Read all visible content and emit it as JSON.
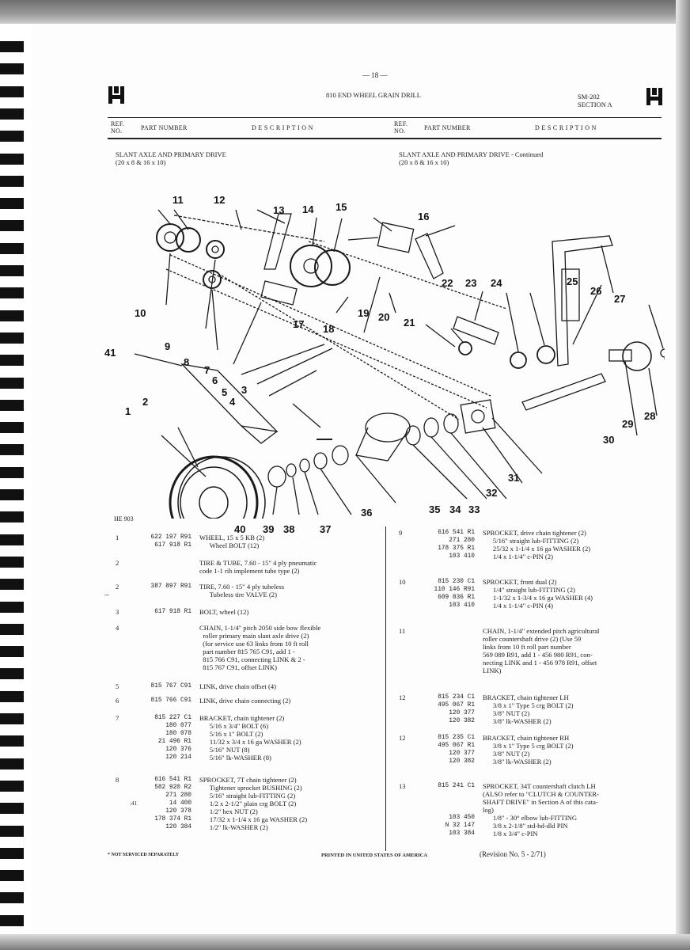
{
  "header": {
    "page_number": "— 18 —",
    "title": "810 END WHEEL GRAIN DRILL",
    "doc_code": "SM-202",
    "section": "SECTION A",
    "col_ref": "REF.",
    "col_no": "NO.",
    "col_part": "PART NUMBER",
    "col_desc": "D E S C R I P T I O N"
  },
  "left_heading": {
    "title": "SLANT AXLE AND PRIMARY DRIVE",
    "sub": "(20 x 8 & 16 x 10)"
  },
  "right_heading": {
    "title": "SLANT AXLE AND PRIMARY DRIVE - Continued",
    "sub": "(20 x 8 & 16 x 10)"
  },
  "figure": {
    "id": "HE 903",
    "callouts": [
      "1",
      "2",
      "3",
      "4",
      "5",
      "6",
      "7",
      "8",
      "9",
      "10",
      "11",
      "12",
      "13",
      "14",
      "15",
      "16",
      "17",
      "18",
      "19",
      "20",
      "21",
      "22",
      "23",
      "24",
      "25",
      "26",
      "27",
      "28",
      "29",
      "30",
      "31",
      "32",
      "33",
      "34",
      "35",
      "36",
      "37",
      "38",
      "39",
      "40",
      "41"
    ]
  },
  "left_entries": [
    {
      "no": "1",
      "parts": "622 197 R91\n617 918 R1",
      "desc": "WHEEL, 15 x 5 KB (2)\n      Wheel BOLT (12)"
    },
    {
      "no": "2",
      "parts": "",
      "desc": "TIRE & TUBE, 7.60 - 15\" 4 ply pneumatic\ncode 1-1 rib implement tube type (2)"
    },
    {
      "no": "2",
      "pre": "--",
      "parts": "387 897 R91",
      "desc": "TIRE, 7.60 - 15\" 4 ply tubeless\n      Tubeless tire VALVE (2)"
    },
    {
      "no": "3",
      "parts": "617 918 R1",
      "desc": "BOLT, wheel (12)"
    },
    {
      "no": "4",
      "parts": "",
      "desc": "CHAIN, 1-1/4\" pitch 2050 side bow flexible\n  roller primary main slant axle drive (2)\n  (for service use 63 links from 10 ft roll\n  part number 815 765 C91, add 1 -\n  815 766 C91, connecting LINK & 2 -\n  815 767 C91, offset LINK)"
    },
    {
      "no": "5",
      "parts": "815 767 C91",
      "desc": "LINK, drive chain offset (4)"
    },
    {
      "no": "6",
      "parts": "815 766 C91",
      "desc": "LINK, drive chain connecting (2)"
    },
    {
      "no": "7",
      "parts": "815 227 C1\n180 077\n180 078\n21 496 R1\n120 376\n120 214",
      "desc": "BRACKET, chain tightener (2)\n      5/16 x 3/4\" BOLT (6)\n      5/16 x 1\" BOLT (2)\n      11/32 x 3/4 x 16 ga WASHER (2)\n      5/16\" NUT (8)\n      5/16\" lk-WASHER (8)"
    },
    {
      "no": "8",
      "parts": "616 541 R1\n582 920 R2\n271 280\n14 400\n120 378\n178 374 R1\n120 384",
      "pre8": ":41",
      "desc": "SPROCKET, 7T chain tightener (2)\n      Tightener sprocket BUSHING (2)\n      5/16\" straight lub-FITTING (2)\n      1/2 x 2-1/2\" plain crg BOLT (2)\n      1/2\" hex NUT (2)\n      17/32 x 1-1/4 x 16 ga WASHER (2)\n      1/2\" lk-WASHER (2)"
    }
  ],
  "right_entries": [
    {
      "no": "9",
      "parts": "616 541 R1\n271 280\n178 375 R1\n103 410",
      "desc": "SPROCKET, drive chain tightener (2)\n      5/16\" straight lub-FITTING (2)\n      25/32 x 1-1/4 x 16 ga WASHER (2)\n      1/4 x 1-1/4\" c-PIN (2)"
    },
    {
      "no": "10",
      "parts": "815 230 C1\n110 146 R91\n609 836 R1\n103 410",
      "desc": "SPROCKET, front dual (2)\n      1/4\" straight lub-FITTING (2)\n      1-1/32 x 1-3/4 x 16 ga WASHER (4)\n      1/4 x 1-1/4\" c-PIN (4)"
    },
    {
      "no": "11",
      "parts": "",
      "desc": "CHAIN, 1-1/4\" extended pitch agricultural\nroller countershaft drive (2) (Use 59\nlinks from 10 ft roll part number\n569 089 R91, add 1 - 456 980 R91, con-\nnecting LINK and 1 - 456 978 R91, offset\nLINK)"
    },
    {
      "no": "12",
      "parts": "815 234 C1\n495 067 R1\n120 377\n120 382",
      "desc": "BRACKET, chain tightener LH\n      3/8 x 1\" Type 5 crg BOLT (2)\n      3/8\" NUT (2)\n      3/8\" lk-WASHER (2)"
    },
    {
      "no": "12",
      "parts": "815 235 C1\n495 067 R1\n120 377\n120 382",
      "desc": "BRACKET, chain tightener RH\n      3/8 x 1\" Type 5 crg BOLT (2)\n      3/8\" NUT (2)\n      3/8\" lk-WASHER (2)"
    },
    {
      "no": "13",
      "parts": "815 241 C1\n\n\n\n103 450\nN 32 147\n103 384",
      "desc": "SPROCKET, 34T countershaft clutch LH\n(ALSO refer to \"CLUTCH & COUNTER-\nSHAFT DRIVE\" in Section A of this cata-\nlog)\n      1/8\" - 30° elbow lub-FITTING\n      3/8 x 2-1/8\" std-hd-dld PIN\n      1/8 x 3/4\" c-PIN"
    }
  ],
  "footer": {
    "note": "* NOT SERVICED SEPARATELY",
    "printed": "PRINTED IN UNITED STATES OF AMERICA",
    "revision": "(Revision No. 5 - 2/71)"
  }
}
